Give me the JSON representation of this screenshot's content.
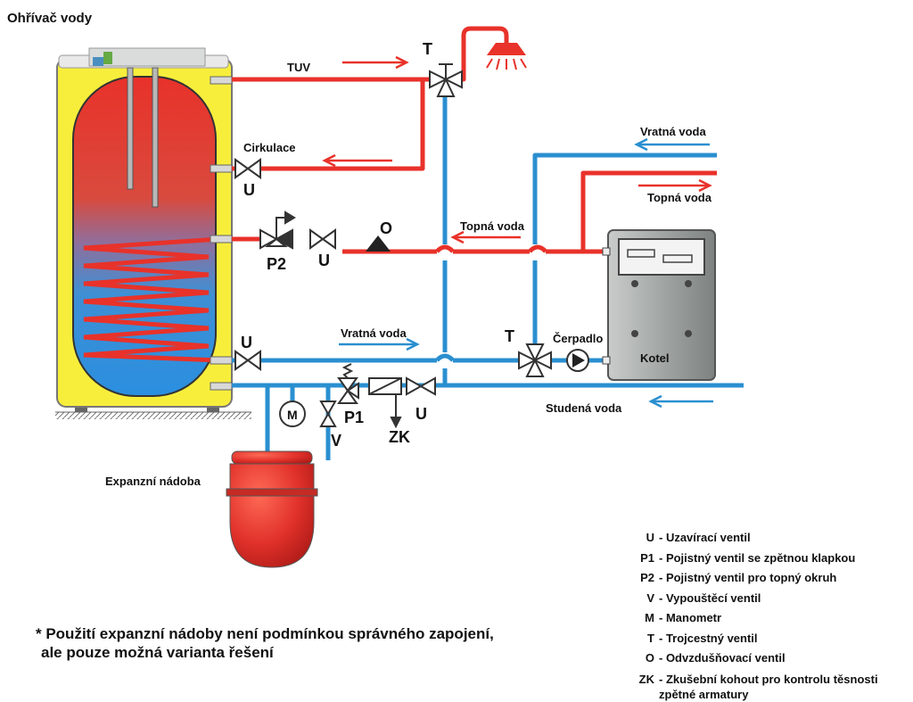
{
  "title": "Ohřívač vody",
  "colors": {
    "hot": "#e8322a",
    "cold": "#2a8fd0",
    "tank_shell": "#f7ee3c",
    "valve": "#333333"
  },
  "pipe_labels": {
    "tuv": "TUV",
    "cirkulace": "Cirkulace",
    "vratna_top": "Vratná voda",
    "topna_right": "Topná voda",
    "topna_mid": "Topná voda",
    "vratna_mid": "Vratná voda",
    "studena": "Studená voda"
  },
  "components": {
    "t_top": "T",
    "t_bottom": "T",
    "u_circ": "U",
    "u_heat": "U",
    "u_return": "U",
    "u_cold": "U",
    "p2": "P2",
    "o": "O",
    "p1": "P1",
    "v": "V",
    "zk": "ZK",
    "m": "M",
    "cerpadlo": "Čerpadlo",
    "kotel": "Kotel",
    "expanzni": "Expanzní nádoba"
  },
  "legend": [
    {
      "code": "U",
      "desc": "- Uzavírací ventil"
    },
    {
      "code": "P1",
      "desc": "- Pojistný ventil se zpětnou klapkou"
    },
    {
      "code": "P2",
      "desc": "- Pojistný ventil pro topný okruh"
    },
    {
      "code": "V",
      "desc": "- Vypouštěcí ventil"
    },
    {
      "code": "M",
      "desc": "- Manometr"
    },
    {
      "code": "T",
      "desc": "- Trojcestný ventil"
    },
    {
      "code": "O",
      "desc": "- Odvzdušňovací ventil"
    },
    {
      "code": "ZK",
      "desc": "- Zkušební kohout pro kontrolu těsnosti zpětné armatury"
    }
  ],
  "note": {
    "line1": "* Použití expanzní nádoby není podmínkou správného zapojení,",
    "line2": "ale pouze možná varianta řešení"
  }
}
